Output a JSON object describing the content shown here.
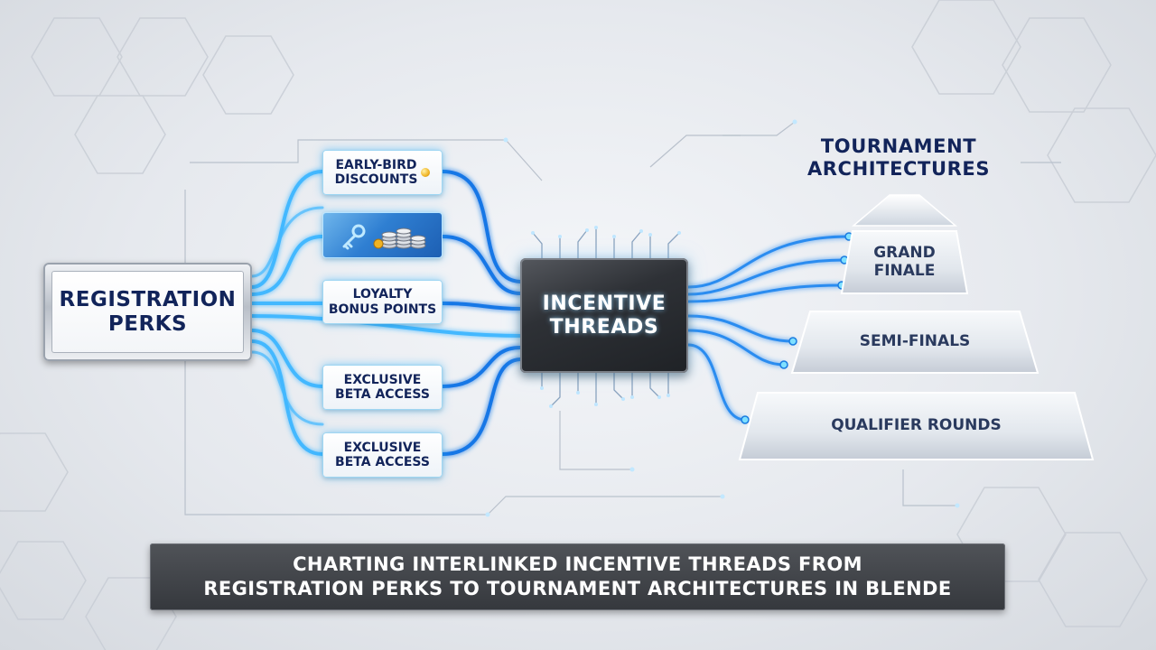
{
  "colors": {
    "wire": "#1e8fff",
    "wire_glow": "#7fd3ff",
    "navy_text": "#12245a",
    "chip": "#2e3136",
    "caption_bg": "#3c3f44"
  },
  "source": {
    "label": "REGISTRATION\nPERKS"
  },
  "perks": [
    {
      "label": "EARLY-BIRD\nDISCOUNTS",
      "icon": "gold-coin-icon"
    },
    {
      "label": "",
      "icon": "key-and-coin-stacks-icon"
    },
    {
      "label": "LOYALTY\nBONUS POINTS",
      "icon": ""
    },
    {
      "label": "EXCLUSIVE\nBETA ACCESS",
      "icon": ""
    },
    {
      "label": "EXCLUSIVE\nBETA ACCESS",
      "icon": ""
    }
  ],
  "hub": {
    "label": "INCENTIVE\nTHREADS",
    "icon": "circuit-chip-icon"
  },
  "tournament": {
    "title": "TOURNAMENT\nARCHITECTURES",
    "tiers": [
      {
        "label": "GRAND\nFINALE"
      },
      {
        "label": "SEMI-FINALS"
      },
      {
        "label": "QUALIFIER ROUNDS"
      }
    ]
  },
  "caption": {
    "text": "CHARTING INTERLINKED INCENTIVE THREADS FROM\nREGISTRATION PERKS TO TOURNAMENT ARCHITECTURES IN BLENDE"
  }
}
